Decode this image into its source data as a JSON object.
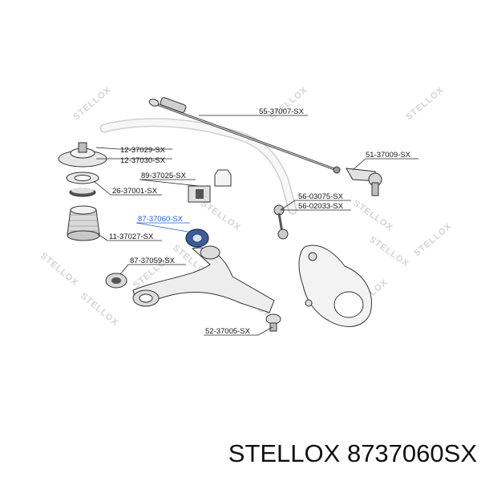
{
  "parts": [
    {
      "id": "tie-rod",
      "label": "55-37007-SX"
    },
    {
      "id": "strut-mount",
      "label": "12-37029-SX"
    },
    {
      "id": "strut-mount-2",
      "label": "12-37030-SX"
    },
    {
      "id": "tie-rod-end",
      "label": "51-37009-SX"
    },
    {
      "id": "stabilizer-bushing",
      "label": "89-37025-SX"
    },
    {
      "id": "spring-seat",
      "label": "26-37001-SX"
    },
    {
      "id": "stabilizer-link",
      "label": "56-03075-SX"
    },
    {
      "id": "stabilizer-link-2",
      "label": "56-02033-SX"
    },
    {
      "id": "arm-bushing-highlighted",
      "label": "87-37060-SX"
    },
    {
      "id": "bump-stop",
      "label": "11-37027-SX"
    },
    {
      "id": "arm-bushing-rear",
      "label": "87-37059-SX"
    },
    {
      "id": "ball-joint",
      "label": "52-37005-SX"
    }
  ],
  "watermark": "STELLOX",
  "footer": {
    "brand": "STELLOX",
    "part_number": "8737060SX"
  }
}
